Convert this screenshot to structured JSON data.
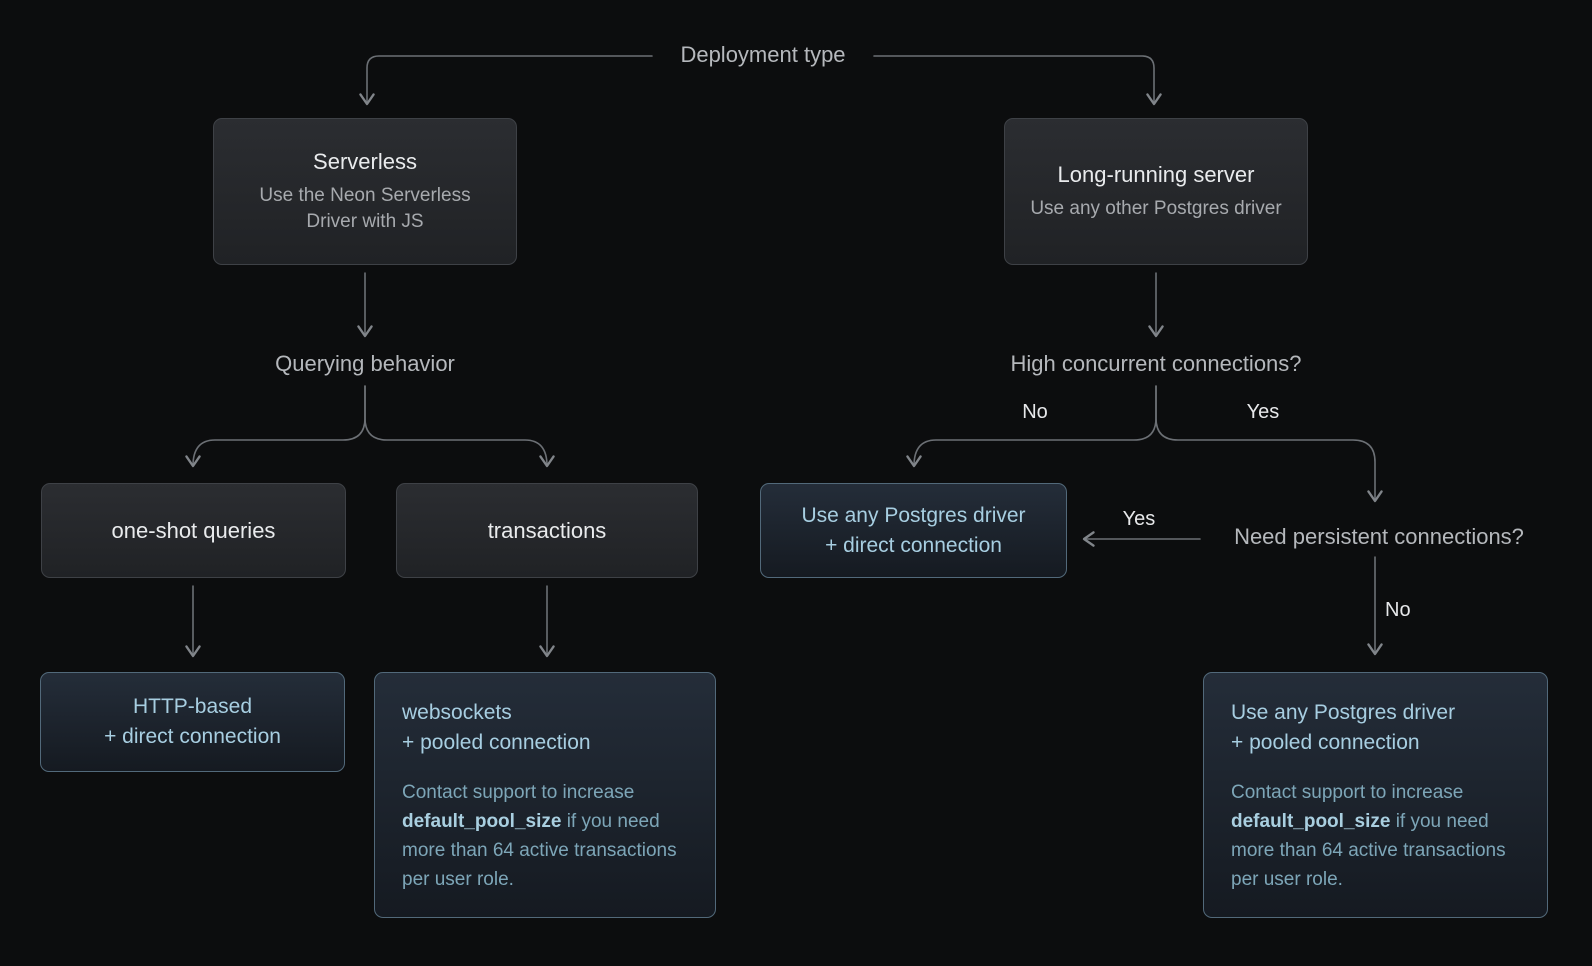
{
  "page": {
    "background_color": "#0c0d0e",
    "line_color": "#6c7075",
    "result_accent_text": "#a7cee1",
    "result_border": "#52697a",
    "card_border": "#3e4146"
  },
  "root_label": "Deployment type",
  "serverless_branch": {
    "card": {
      "title": "Serverless",
      "subtitle": "Use the Neon Serverless Driver with JS"
    },
    "question": "Querying behavior",
    "one_shot_label": "one-shot queries",
    "transactions_label": "transactions",
    "http_result": {
      "title_line1": "HTTP-based",
      "title_line2": "+ direct connection"
    },
    "websockets_result": {
      "title_line1": "websockets",
      "title_line2": "+ pooled connection",
      "note_pre": "Contact support to increase ",
      "note_bold": "default_pool_size",
      "note_post": " if you need more than 64 active transactions per user role."
    }
  },
  "server_branch": {
    "card": {
      "title": "Long-running server",
      "subtitle": "Use any other Postgres driver"
    },
    "question": "High concurrent connections?",
    "no_label": "No",
    "yes_label": "Yes",
    "direct_result": {
      "title_line1": "Use any Postgres driver",
      "title_line2": "+ direct connection"
    },
    "persistent_question": "Need persistent connections?",
    "persistent_yes_label": "Yes",
    "persistent_no_label": "No",
    "pooled_result": {
      "title_line1": "Use any Postgres driver",
      "title_line2": "+ pooled connection",
      "note_pre": "Contact support to increase ",
      "note_bold": "default_pool_size",
      "note_post": " if you need more than 64 active transactions per user role."
    }
  }
}
